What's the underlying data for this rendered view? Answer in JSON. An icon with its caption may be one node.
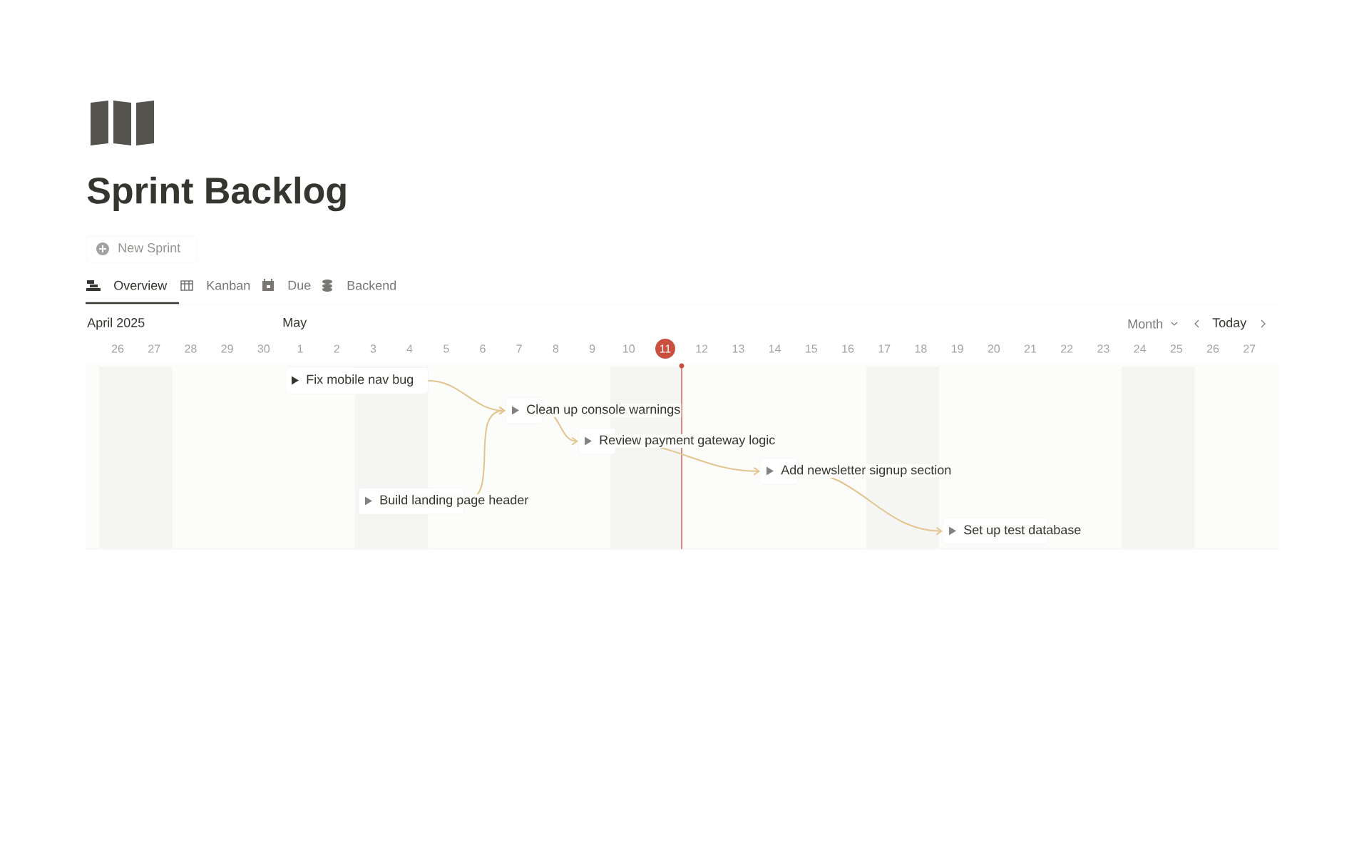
{
  "diagram": {
    "title": "Sprint Backlog",
    "nodes": [
      {
        "text": [
          "Fix mobile nav bug"
        ]
      },
      {
        "text": [
          "Clean up console warnings"
        ]
      },
      {
        "text": [
          "Review payment gateway logic"
        ]
      },
      {
        "text": [
          "Add newsletter signup section"
        ]
      },
      {
        "text": [
          "Build landing page header"
        ]
      },
      {
        "text": [
          "Set up test database"
        ]
      },
      {
        "text": [
          "New Sprint"
        ]
      }
    ],
    "edges": [
      {
        "from": 0,
        "to": 1,
        "arrow": "to"
      },
      {
        "from": 4,
        "to": 1,
        "arrow": "to"
      },
      {
        "from": 1,
        "to": 2,
        "arrow": "to"
      },
      {
        "from": 2,
        "to": 3,
        "arrow": "to"
      },
      {
        "from": 3,
        "to": 5,
        "arrow": "to"
      }
    ],
    "labels": [
      "Overview",
      "Kanban",
      "Due",
      "Backend",
      "April 2025",
      "May",
      "Month",
      "Today",
      "26",
      "27",
      "28",
      "29",
      "30",
      "1",
      "2",
      "3",
      "4",
      "5",
      "6",
      "7",
      "8",
      "9",
      "10",
      "11",
      "12",
      "13",
      "14",
      "15",
      "16",
      "17",
      "18",
      "19",
      "20",
      "21",
      "22",
      "23",
      "24",
      "25",
      "26",
      "27"
    ]
  }
}
